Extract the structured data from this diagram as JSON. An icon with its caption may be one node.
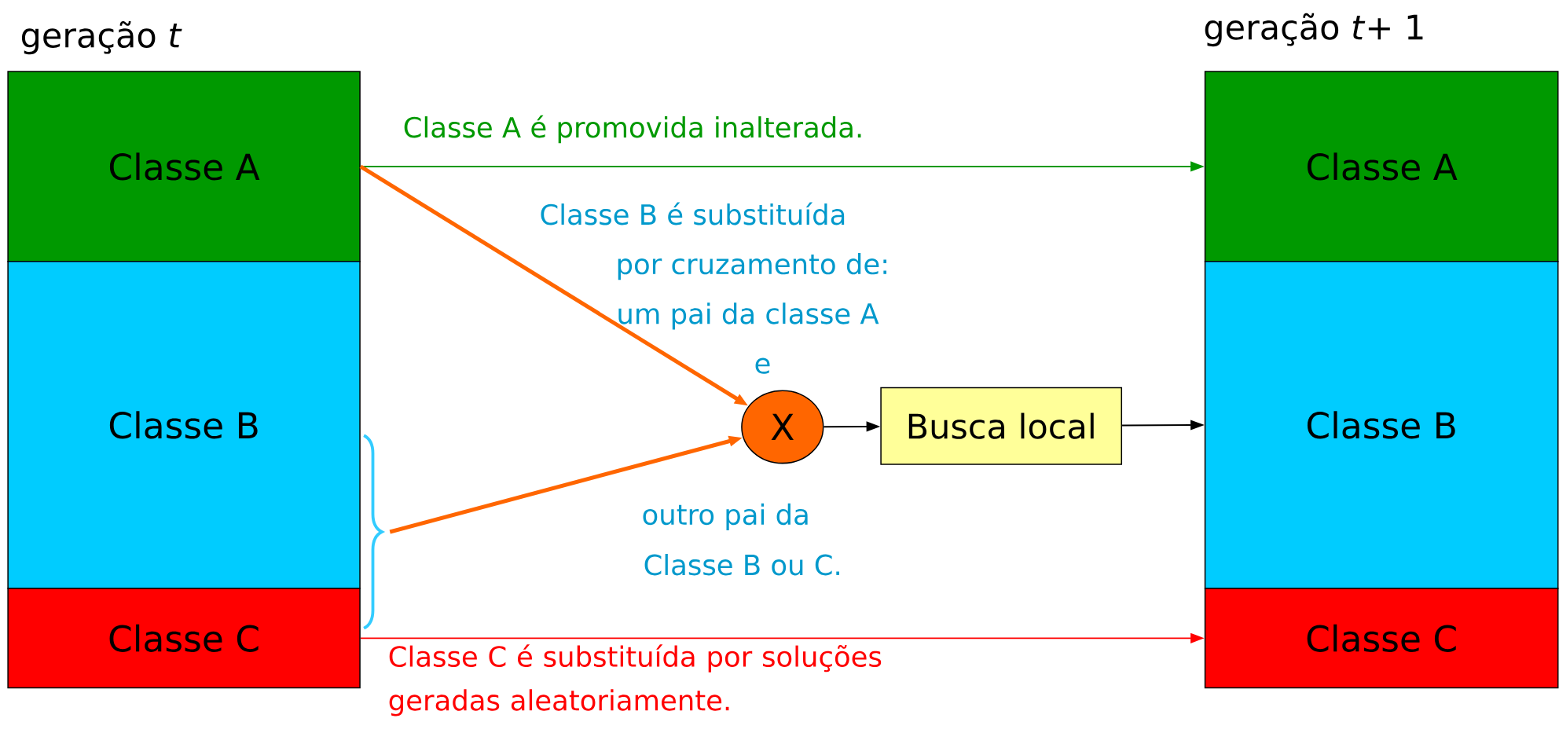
{
  "diagram": {
    "nodes": [
      {
        "text": [
          "Classe A"
        ]
      },
      {
        "text": [
          "Classe B"
        ]
      },
      {
        "text": [
          "Classe C"
        ]
      },
      {
        "text": [],
        "shape": "bracket"
      },
      {
        "text": [
          "X"
        ]
      },
      {
        "text": [
          "Busca local"
        ]
      },
      {
        "text": [
          "Classe A"
        ]
      },
      {
        "text": [
          "Classe B"
        ]
      },
      {
        "text": [
          "Classe C"
        ]
      }
    ],
    "edges": [
      {
        "from": 0,
        "to": 6,
        "arrow": "to",
        "label": "Classe A é promovida inalterada.",
        "color": "#009900"
      },
      {
        "from": 0,
        "to": 4,
        "arrow": "to",
        "style": "thick",
        "color": "#ff6600"
      },
      {
        "from": 3,
        "to": 4,
        "arrow": "to",
        "style": "thick",
        "color": "#ff6600"
      },
      {
        "from": 4,
        "to": 5,
        "arrow": "to",
        "color": "#000000"
      },
      {
        "from": 5,
        "to": 7,
        "arrow": "to",
        "color": "#000000"
      },
      {
        "from": 2,
        "to": 8,
        "arrow": "to",
        "label": "Classe C é substituída por soluções geradas aleatoriamente.",
        "color": "#ff0000"
      }
    ],
    "labels": [
      "geração *t*",
      "geração *t*+ 1",
      "Classe B é substituída",
      "por cruzamento de:",
      "um pai da classe A",
      "e",
      "outro pai da",
      "Classe B ou C."
    ]
  }
}
